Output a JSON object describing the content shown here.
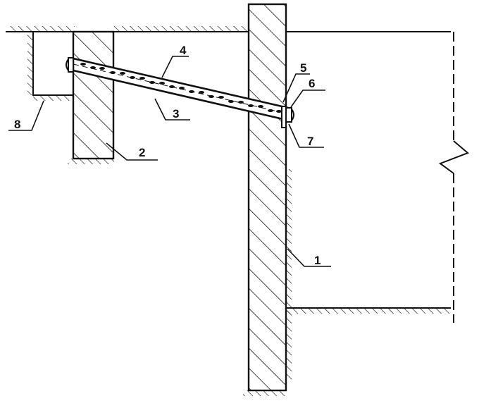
{
  "labels": {
    "n1": "1",
    "n2": "2",
    "n3": "3",
    "n4": "4",
    "n5": "5",
    "n6": "6",
    "n7": "7",
    "n8": "8"
  },
  "colors": {
    "ink": "#111111",
    "paper": "#ffffff"
  }
}
